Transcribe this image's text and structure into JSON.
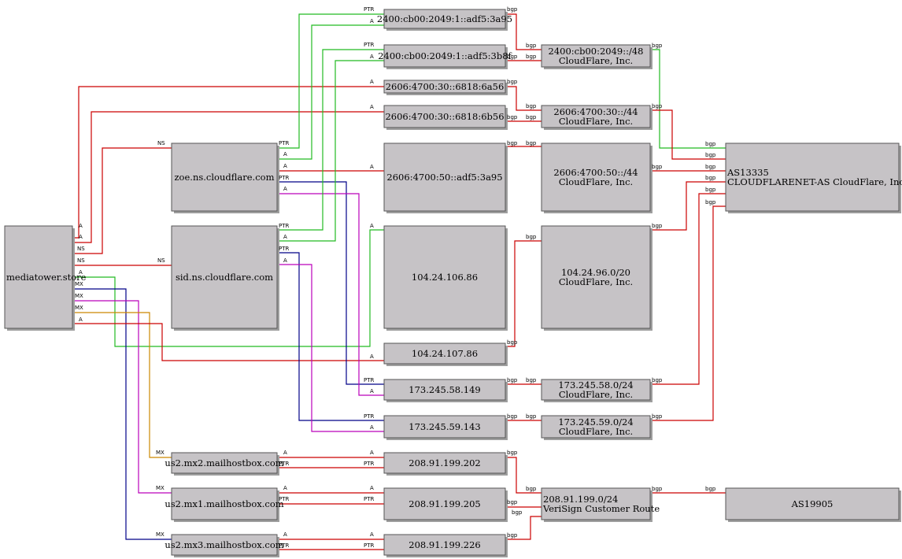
{
  "colors": {
    "A": "#cc0000",
    "NS": "#cc0000",
    "PTR": "#cc0000",
    "bgp": "#cc0000",
    "green": "#22bb22",
    "navy": "#000088",
    "magenta": "#bb00bb",
    "orange": "#cc8800"
  },
  "nodes": {
    "mediatower": "mediatower.store",
    "zoe": "zoe.ns.cloudflare.com",
    "sid": "sid.ns.cloudflare.com",
    "mx2": "us2.mx2.mailhostbox.com",
    "mx1": "us2.mx1.mailhostbox.com",
    "mx3": "us2.mx3.mailhostbox.com",
    "ip6_3a95": "2400:cb00:2049:1::adf5:3a95",
    "ip6_3b8f": "2400:cb00:2049:1::adf5:3b8f",
    "ip6_6a56": "2606:4700:30::6818:6a56",
    "ip6_6b56": "2606:4700:30::6818:6b56",
    "ip6_50": "2606:4700:50::adf5:3a95",
    "ip_106": "104.24.106.86",
    "ip_107": "104.24.107.86",
    "ip_58": "173.245.58.149",
    "ip_59": "173.245.59.143",
    "ip_202": "208.91.199.202",
    "ip_205": "208.91.199.205",
    "ip_226": "208.91.199.226",
    "pfx_2400": [
      "2400:cb00:2049::/48",
      "CloudFlare, Inc."
    ],
    "pfx_2606_30": [
      "2606:4700:30::/44",
      "CloudFlare, Inc."
    ],
    "pfx_2606_50": [
      "2606:4700:50::/44",
      "CloudFlare, Inc."
    ],
    "pfx_104": [
      "104.24.96.0/20",
      "CloudFlare, Inc."
    ],
    "pfx_173_58": [
      "173.245.58.0/24",
      "CloudFlare, Inc."
    ],
    "pfx_173_59": [
      "173.245.59.0/24",
      "CloudFlare, Inc."
    ],
    "pfx_208": [
      "208.91.199.0/24",
      "VeriSign Customer Route"
    ],
    "as13335": [
      "AS13335",
      "CLOUDFLARENET-AS CloudFlare, Inc."
    ],
    "as19905": "AS19905"
  },
  "edge_labels": {
    "A": "A",
    "NS": "NS",
    "MX": "MX",
    "PTR": "PTR",
    "bgp": "bgp"
  }
}
